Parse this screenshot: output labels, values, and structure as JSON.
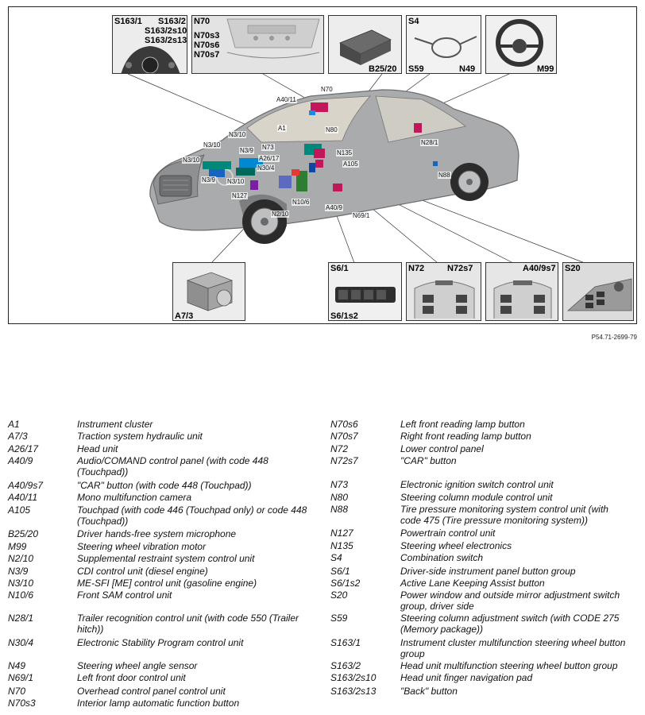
{
  "figure": {
    "code": "P54.71-2699-79",
    "insets": {
      "steering_buttons": [
        "S163/1",
        "S163/2",
        "S163/2s10",
        "S163/2s13"
      ],
      "overhead": [
        "N70",
        "N70s3",
        "N70s6",
        "N70s7"
      ],
      "microphone": [
        "B25/20"
      ],
      "combination_switch": [
        "S4",
        "S59",
        "N49"
      ],
      "steering_wheel": [
        "M99"
      ],
      "hydraulic": [
        "A7/3"
      ],
      "instrument_buttons": [
        "S6/1",
        "S6/1s2"
      ],
      "lower_panel": [
        "N72",
        "N72s7"
      ],
      "touchpad_button": [
        "A40/9s7"
      ],
      "window_switch": [
        "S20"
      ]
    },
    "callouts": [
      "A40/11",
      "N70",
      "A1",
      "N80",
      "N3/10",
      "N3/10",
      "N3/9",
      "N3/10",
      "N3/9",
      "N3/10",
      "N73",
      "A26/17",
      "N30/4",
      "N135",
      "A105",
      "N28/1",
      "N88",
      "N127",
      "N2/10",
      "N10/6",
      "A40/9",
      "N69/1"
    ]
  },
  "legend_left": [
    {
      "code": "A1",
      "desc": "Instrument cluster"
    },
    {
      "code": "A7/3",
      "desc": "Traction system hydraulic unit"
    },
    {
      "code": "A26/17",
      "desc": "Head unit"
    },
    {
      "code": "A40/9",
      "desc": "Audio/COMAND control panel (with code 448 (Touchpad))"
    },
    {
      "code": "A40/9s7",
      "desc": "\"CAR\" button (with code 448 (Touchpad))"
    },
    {
      "code": "A40/11",
      "desc": "Mono multifunction camera"
    },
    {
      "code": "A105",
      "desc": "Touchpad (with code 446 (Touchpad only) or code 448 (Touchpad))"
    },
    {
      "code": "B25/20",
      "desc": "Driver hands-free system microphone"
    },
    {
      "code": "M99",
      "desc": "Steering wheel vibration motor"
    },
    {
      "code": "N2/10",
      "desc": "Supplemental restraint system control unit"
    },
    {
      "code": "N3/9",
      "desc": "CDI control unit (diesel engine)"
    },
    {
      "code": "N3/10",
      "desc": "ME-SFI [ME] control unit (gasoline engine)"
    },
    {
      "code": "N10/6",
      "desc": "Front SAM control unit"
    },
    {
      "code": "N28/1",
      "desc": "Trailer recognition control unit (with code 550 (Trailer hitch))"
    },
    {
      "code": "N30/4",
      "desc": "Electronic Stability Program control unit"
    },
    {
      "code": "N49",
      "desc": "Steering wheel angle sensor"
    },
    {
      "code": "N69/1",
      "desc": "Left front door control unit"
    },
    {
      "code": "N70",
      "desc": "Overhead control panel control unit"
    },
    {
      "code": "N70s3",
      "desc": "Interior lamp automatic function button"
    }
  ],
  "legend_right": [
    {
      "code": "N70s6",
      "desc": "Left front reading lamp button"
    },
    {
      "code": "N70s7",
      "desc": "Right front reading lamp button"
    },
    {
      "code": "N72",
      "desc": "Lower control panel"
    },
    {
      "code": "N72s7",
      "desc": "\"CAR\" button"
    },
    {
      "code": "N73",
      "desc": "Electronic ignition switch control unit"
    },
    {
      "code": "N80",
      "desc": "Steering column module control unit"
    },
    {
      "code": "N88",
      "desc": "Tire pressure monitoring system control unit (with code 475 (Tire pressure monitoring system))"
    },
    {
      "code": "N127",
      "desc": "Powertrain control unit"
    },
    {
      "code": "N135",
      "desc": "Steering wheel electronics"
    },
    {
      "code": "S4",
      "desc": "Combination switch"
    },
    {
      "code": "S6/1",
      "desc": "Driver-side instrument panel button group"
    },
    {
      "code": "S6/1s2",
      "desc": "Active Lane Keeping Assist button"
    },
    {
      "code": "S20",
      "desc": "Power window and outside mirror adjustment switch group, driver side"
    },
    {
      "code": "S59",
      "desc": "Steering column adjustment switch (with CODE 275 (Memory package))"
    },
    {
      "code": "S163/1",
      "desc": "Instrument cluster multifunction steering wheel button group"
    },
    {
      "code": "S163/2",
      "desc": "Head unit multifunction steering wheel button group"
    },
    {
      "code": "S163/2s10",
      "desc": "Head unit finger navigation pad"
    },
    {
      "code": "S163/2s13",
      "desc": "\"Back\" button"
    }
  ]
}
